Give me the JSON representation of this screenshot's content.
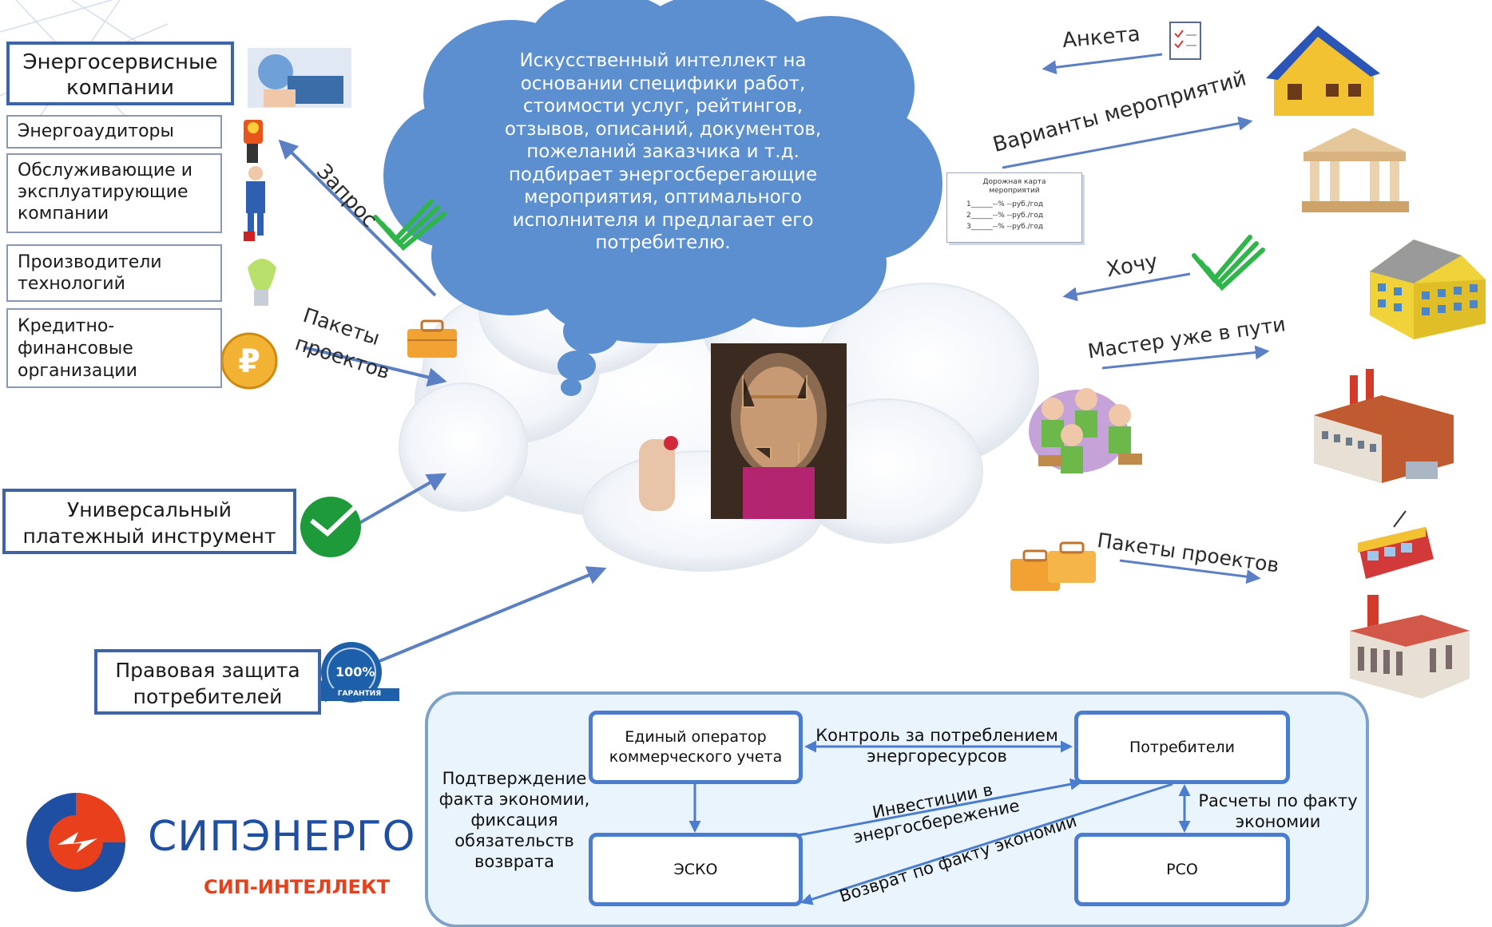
{
  "left_boxes": {
    "energy_service": "Энергосервисные компании",
    "auditors": "Энергоаудиторы",
    "maintenance": "Обслуживающие и эксплуатирующие компании",
    "producers": "Производители технологий",
    "credit": "Кредитно- финансовые  организации",
    "payment": "Универсальный платежный инструмент",
    "legal": "Правовая защита потребителей"
  },
  "left_arrows": {
    "request": "Запрос",
    "packets_1": "Пакеты",
    "packets_2": "проектов"
  },
  "thought_text": "Искусственный интеллект на основании специфики работ, стоимости услуг, рейтингов, отзывов, описаний, документов, пожеланий заказчика и т.д. подбирает энергосберегающие мероприятия, оптимального исполнителя и предлагает его потребителю.",
  "right_labels": {
    "questionnaire": "Анкета",
    "variants": "Варианты мероприятий",
    "want": "Хочу",
    "master": "Мастер уже в пути",
    "packets": "Пакеты проектов"
  },
  "roadmap": {
    "title_1": "Дорожная карта",
    "title_2": "мероприятий",
    "lines": [
      "1______--% --руб./год",
      "2______--% --руб./год",
      "3______--% --руб./год"
    ]
  },
  "guarantee": {
    "percent": "100%",
    "label": "ГАРАНТИЯ"
  },
  "logo": {
    "name": "СИПЭНЕРГО",
    "sub": "СИП-ИНТЕЛЛЕКТ",
    "color": "#1f4fa3",
    "accent": "#e8401c"
  },
  "flow": {
    "operator": "Единый  оператор коммерческого учета",
    "consumers": "Потребители",
    "esco": "ЭСКО",
    "rso": "РСО",
    "control": "Контроль за потреблением энергоресурсов",
    "confirm": "Подтверждение факта экономии, фиксация обязательств возврата",
    "invest": "Инвестиции в энергосбережение",
    "return": "Возврат по факту экономии",
    "payments": "Расчеты по факту экономии"
  },
  "colors": {
    "box_border": "#3d64a6",
    "cloud_blue": "#5b8fd0",
    "arrow": "#5b7fc4",
    "flow_bg": "#eaf4fc"
  }
}
